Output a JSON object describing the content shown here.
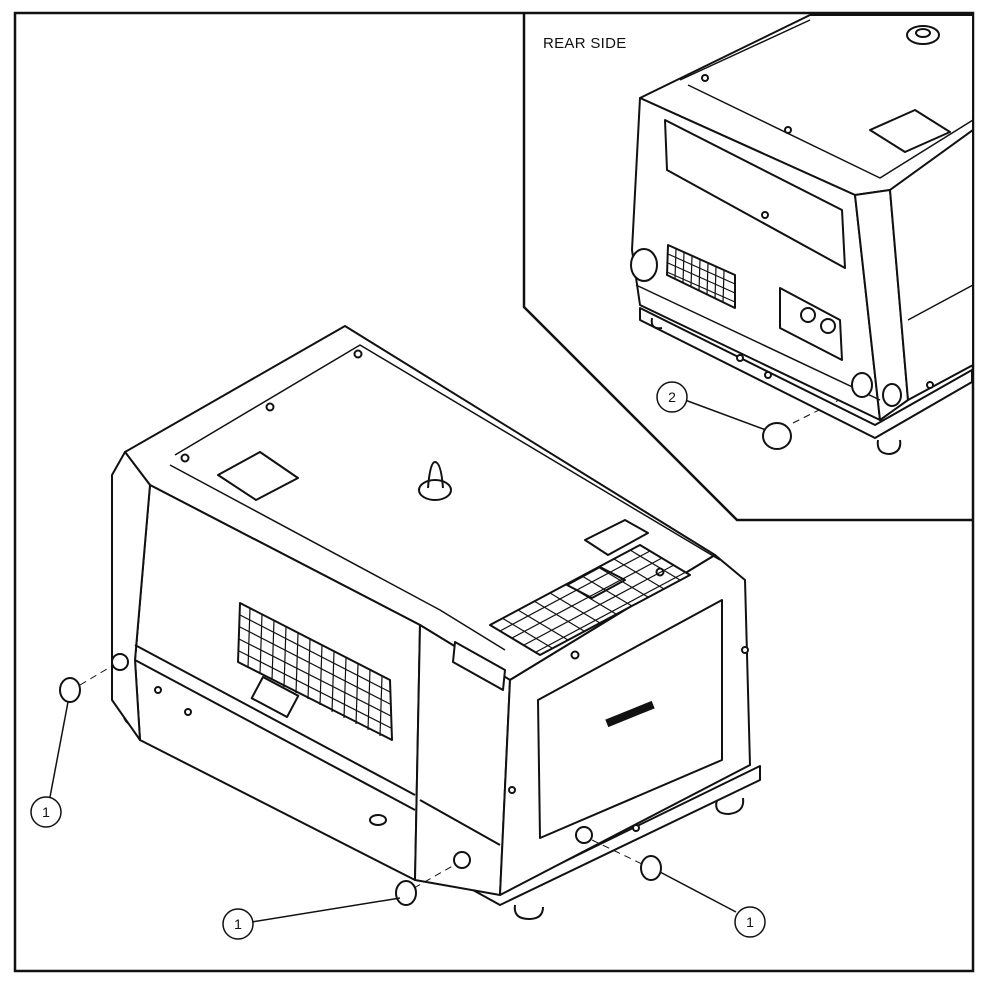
{
  "inset": {
    "label": "REAR SIDE"
  },
  "callouts": [
    {
      "id": "callout-left",
      "label": "1"
    },
    {
      "id": "callout-bottom-center",
      "label": "1"
    },
    {
      "id": "callout-bottom-right",
      "label": "1"
    },
    {
      "id": "callout-rear",
      "label": "2"
    }
  ],
  "colors": {
    "line": "#111111",
    "background": "#ffffff"
  }
}
